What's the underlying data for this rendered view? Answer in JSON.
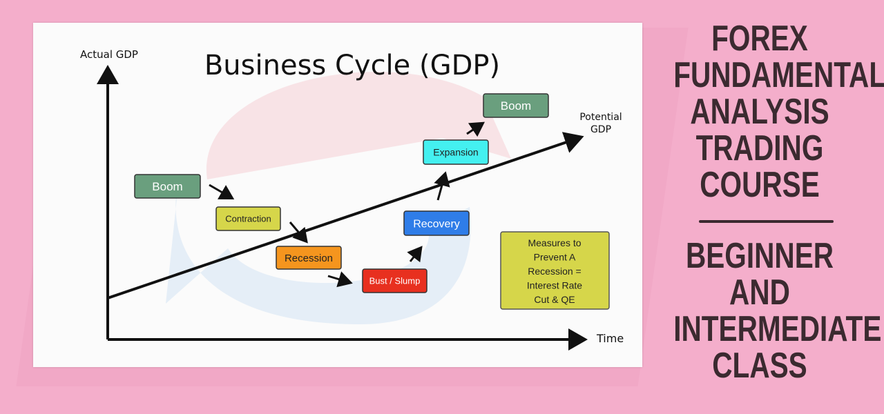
{
  "diagram": {
    "title": "Business Cycle (GDP)",
    "y_axis_label": "Actual GDP",
    "x_axis_label": "Time",
    "trend_label_line1": "Potential",
    "trend_label_line2": "GDP",
    "stages": [
      {
        "label": "Boom",
        "color": "#6a9f7e"
      },
      {
        "label": "Contraction",
        "color": "#d6d64a"
      },
      {
        "label": "Recession",
        "color": "#f5951e"
      },
      {
        "label": "Bust / Slump",
        "color": "#e8301f"
      },
      {
        "label": "Recovery",
        "color": "#2f7de8"
      },
      {
        "label": "Expansion",
        "color": "#44f0f0"
      },
      {
        "label": "Boom",
        "color": "#6a9f7e"
      }
    ],
    "note_lines": [
      "Measures to",
      "Prevent A",
      "Recession =",
      "Interest Rate",
      "Cut & QE"
    ],
    "note_color": "#d6d64a"
  },
  "course_title": {
    "lines": [
      "FOREX",
      "FUNDAMENTAL",
      "ANALYSIS",
      "TRADING",
      "COURSE"
    ],
    "subtitle_lines": [
      "BEGINNER",
      "AND",
      "INTERMEDIATE",
      "CLASS"
    ]
  }
}
